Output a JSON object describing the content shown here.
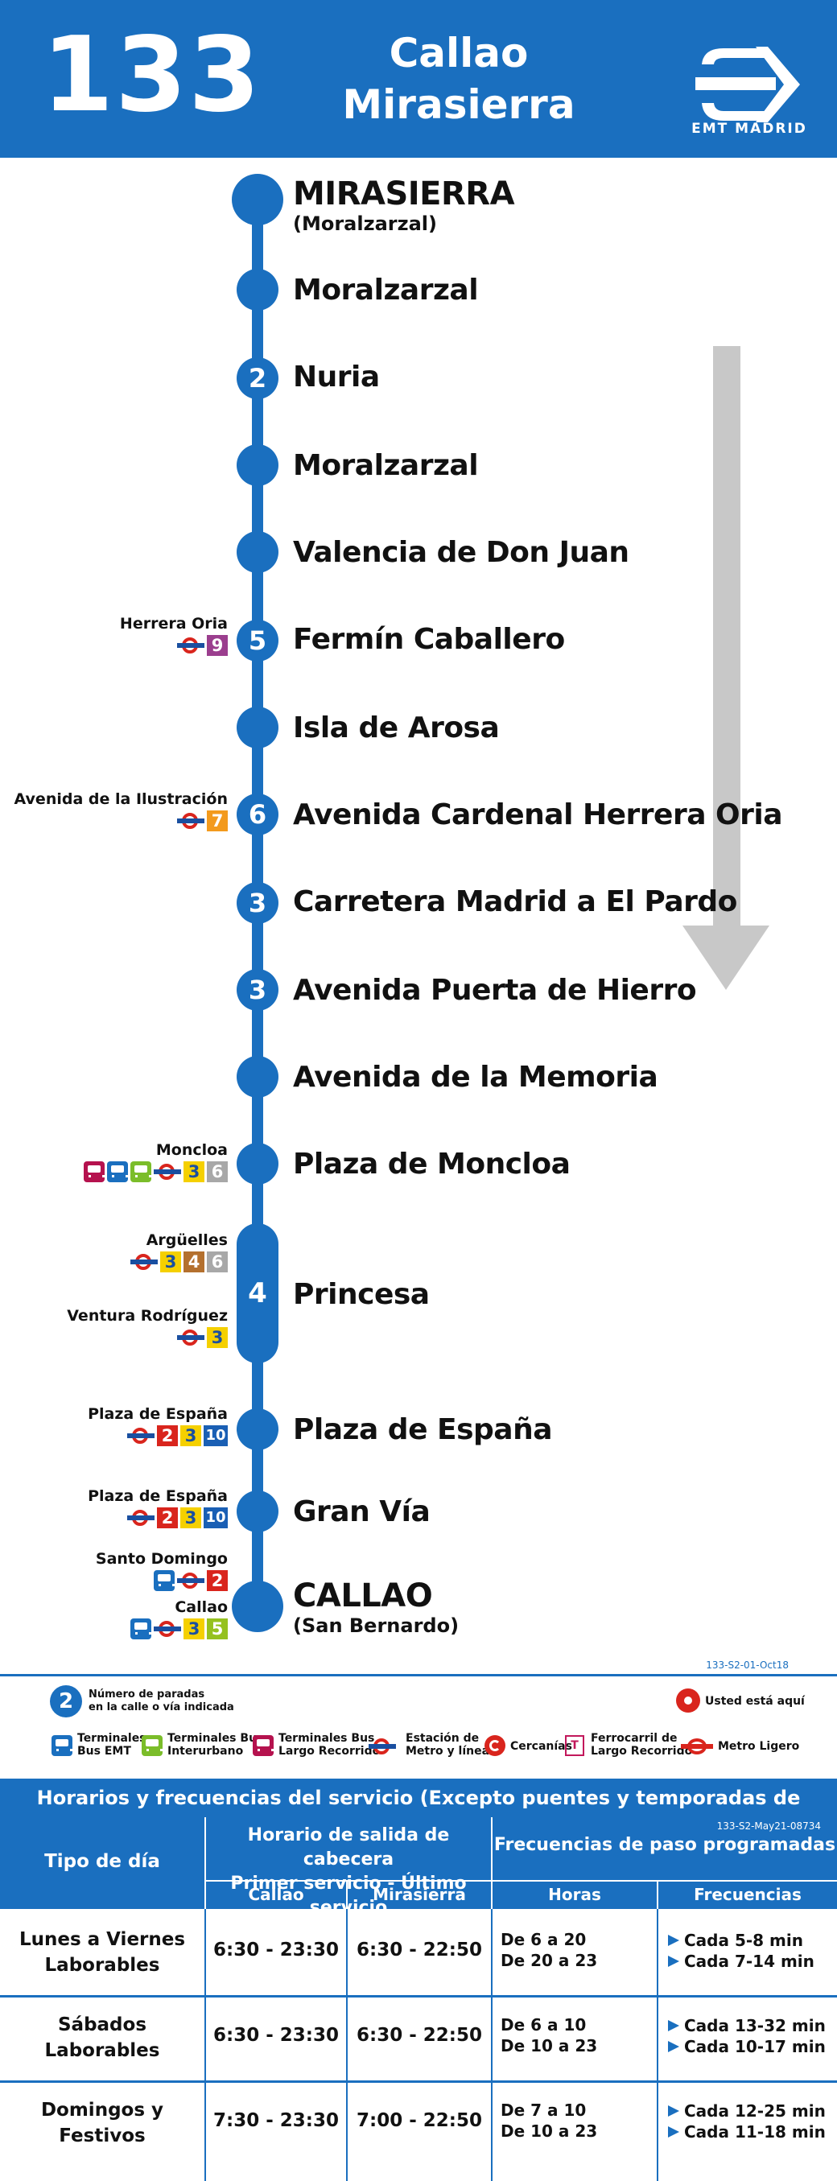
{
  "header": {
    "route_number": "133",
    "terminal_a": "Callao",
    "terminal_b": "Mirasierra",
    "logo_text": "EMT MADRID"
  },
  "route": {
    "stops": [
      {
        "name": "MIRASIERRA",
        "sub": "(Moralzarzal)",
        "count": ""
      },
      {
        "name": "Moralzarzal",
        "count": ""
      },
      {
        "name": "Nuria",
        "count": "2"
      },
      {
        "name": "Moralzarzal",
        "count": ""
      },
      {
        "name": "Valencia de Don Juan",
        "count": ""
      },
      {
        "name": "Fermín Caballero",
        "count": "5"
      },
      {
        "name": "Isla de Arosa",
        "count": ""
      },
      {
        "name": "Avenida Cardenal Herrera Oria",
        "count": "6"
      },
      {
        "name": "Carretera Madrid a El Pardo",
        "count": "3"
      },
      {
        "name": "Avenida Puerta de Hierro",
        "count": "3"
      },
      {
        "name": "Avenida de la Memoria",
        "count": ""
      },
      {
        "name": "Plaza de Moncloa",
        "count": ""
      },
      {
        "name": "Princesa",
        "count": "4"
      },
      {
        "name": "Plaza de España",
        "count": ""
      },
      {
        "name": "Gran Vía",
        "count": ""
      },
      {
        "name": "CALLAO",
        "sub": "(San Bernardo)",
        "count": ""
      }
    ],
    "connections": {
      "herrera_oria": {
        "label": "Herrera Oria",
        "lines": [
          "9"
        ]
      },
      "ilustracion": {
        "label": "Avenida de la Ilustración",
        "lines": [
          "7"
        ]
      },
      "moncloa": {
        "label": "Moncloa",
        "lines": [
          "3",
          "6"
        ]
      },
      "arguelles": {
        "label": "Argüelles",
        "lines": [
          "3",
          "4",
          "6"
        ]
      },
      "ventura": {
        "label": "Ventura Rodríguez",
        "lines": [
          "3"
        ]
      },
      "espana1": {
        "label": "Plaza de España",
        "lines": [
          "2",
          "3",
          "10"
        ]
      },
      "espana2": {
        "label": "Plaza de España",
        "lines": [
          "2",
          "3",
          "10"
        ]
      },
      "santo_domingo": {
        "label": "Santo Domingo",
        "lines": [
          "2"
        ]
      },
      "callao": {
        "label": "Callao",
        "lines": [
          "3",
          "5"
        ]
      }
    },
    "line_colors": {
      "2": "#d9251d",
      "3": "#f5d000",
      "4": "#b4702e",
      "5": "#95c11f",
      "6": "#a8a8a8",
      "7": "#f39a1d",
      "9": "#9b3e8e",
      "10": "#1a5fb4"
    }
  },
  "legend": {
    "version_code": "133-S2-01-Oct18",
    "stops_count_number": "2",
    "stops_count_text_1": "Número de paradas",
    "stops_count_text_2": "en la calle o vía indicada",
    "you_are_here": "Usted está aquí",
    "bus_emt_1": "Terminales",
    "bus_emt_2": "Bus EMT",
    "interurbano_1": "Terminales Bus",
    "interurbano_2": "Interurbano",
    "largo_1": "Terminales Bus",
    "largo_2": "Largo Recorrido",
    "metro_1": "Estación de",
    "metro_2": "Metro y línea",
    "cercanias": "Cercanías",
    "ferrocarril_1": "Ferrocarril de",
    "ferrocarril_2": "Largo Recorrido",
    "metro_ligero": "Metro Ligero"
  },
  "schedule": {
    "title": "Horarios y frecuencias del servicio (Excepto puentes y temporadas de Semana Santa y Verano)",
    "code": "133-S2-May21-08734",
    "col_day_type": "Tipo de día",
    "col_departure_1": "Horario de salida de cabecera",
    "col_departure_2": "Primer servicio - Último servicio",
    "col_freq": "Frecuencias de paso programadas",
    "sub_callao": "Callao",
    "sub_mirasierra": "Mirasierra",
    "sub_horas": "Horas",
    "sub_frecuencias": "Frecuencias",
    "rows": [
      {
        "day_1": "Lunes a Viernes",
        "day_2": "Laborables",
        "callao": "6:30 - 23:30",
        "mirasierra": "6:30 - 22:50",
        "hours": [
          "De 6 a 20",
          "De 20 a 23"
        ],
        "freqs": [
          "Cada 5-8 min",
          "Cada 7-14 min"
        ]
      },
      {
        "day_1": "Sábados",
        "day_2": "Laborables",
        "callao": "6:30 - 23:30",
        "mirasierra": "6:30 - 22:50",
        "hours": [
          "De 6 a 10",
          "De 10 a 23"
        ],
        "freqs": [
          "Cada 13-32 min",
          "Cada 10-17 min"
        ]
      },
      {
        "day_1": "Domingos y",
        "day_2": "Festivos",
        "callao": "7:30 - 23:30",
        "mirasierra": "7:00 - 22:50",
        "hours": [
          "De 7 a 10",
          "De 10 a 23"
        ],
        "freqs": [
          "Cada 12-25 min",
          "Cada 11-18 min"
        ]
      }
    ]
  },
  "colors": {
    "brand_blue": "#1a6fbf",
    "arrow_gray": "#c8c8c8",
    "metro_red": "#d9251d"
  }
}
